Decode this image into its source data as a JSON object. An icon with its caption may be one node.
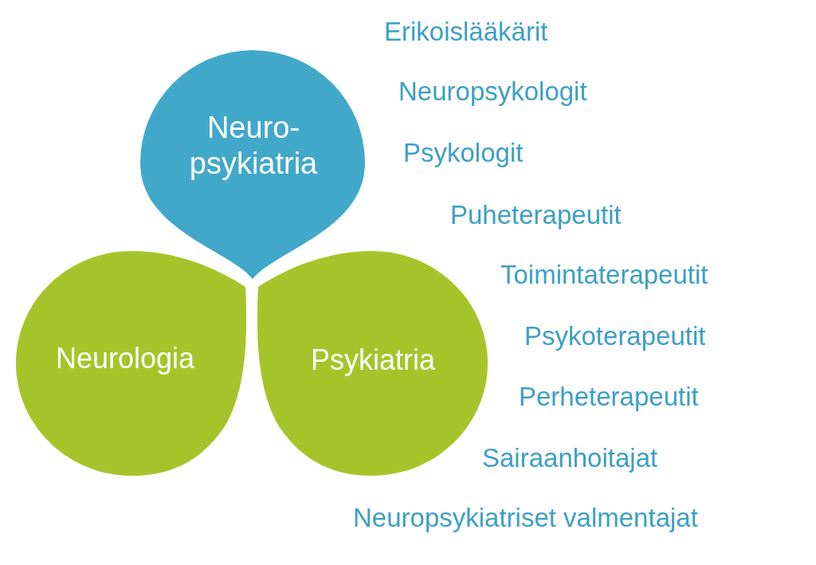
{
  "diagram": {
    "nodes": [
      {
        "text": [
          "Neuro- psykiatria"
        ]
      },
      {
        "text": [
          "Neurologia"
        ]
      },
      {
        "text": [
          "Psykiatria"
        ]
      }
    ],
    "labels": [
      "Erikoislääkärit",
      "Neuropsykologit",
      "Psykologit",
      "Puheterapeutit",
      "Toimintaterapeutit",
      "Psykoterapeutit",
      "Perheterapeutit",
      "Sairaanhoitajat",
      "Neuropsykiatriset valmentajat"
    ]
  }
}
